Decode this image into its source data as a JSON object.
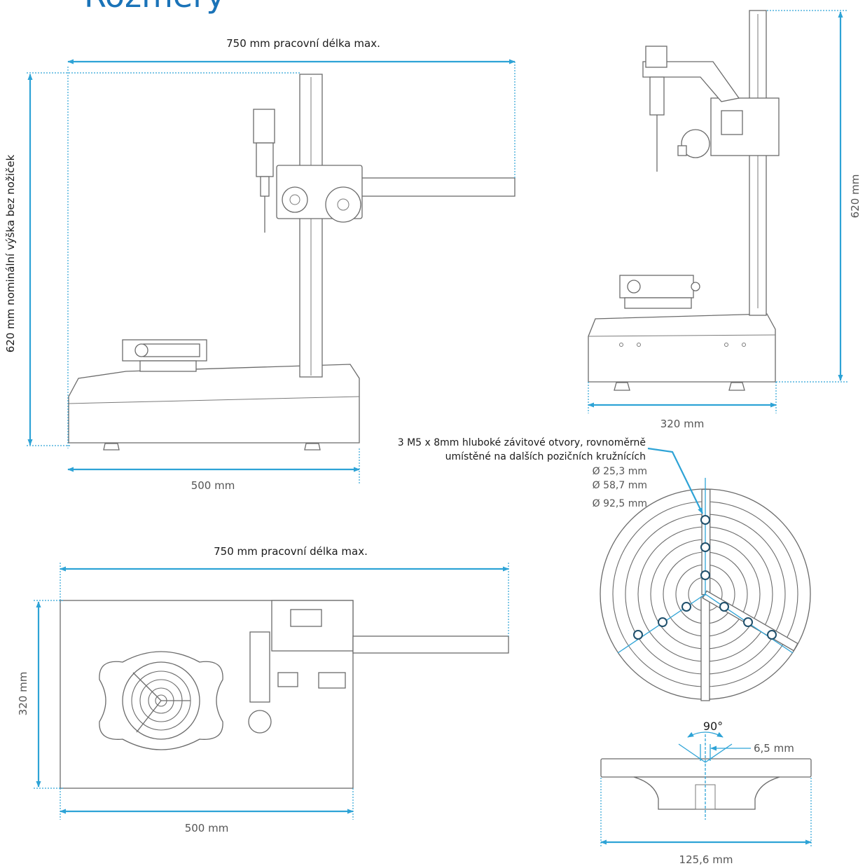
{
  "heading_fragment": "Rozměry",
  "front_view": {
    "width_label": "750 mm pracovní délka max.",
    "height_label": "620 mm nominální výška bez nožiček",
    "base_label": "500 mm"
  },
  "side_view": {
    "height_label": "620 mm",
    "base_label": "320 mm"
  },
  "top_view": {
    "width_label": "750 mm pracovní délka max.",
    "depth_label": "320 mm",
    "base_label": "500 mm"
  },
  "chuck_detail": {
    "note_line1": "3 M5 x 8mm hluboké závitové otvory, rovnoměrně",
    "note_line2": "umístěné na dalších pozičních kružnících",
    "diameters": [
      "Ø 25,3 mm",
      "Ø 58,7 mm",
      "Ø 92,5 mm"
    ],
    "angle_label": "90°",
    "slot_label": "6,5 mm",
    "width_label": "125,6 mm"
  },
  "colors": {
    "dimension": "#2ea3d6",
    "outline": "#6b6b6b",
    "heading": "#1a73b8"
  }
}
